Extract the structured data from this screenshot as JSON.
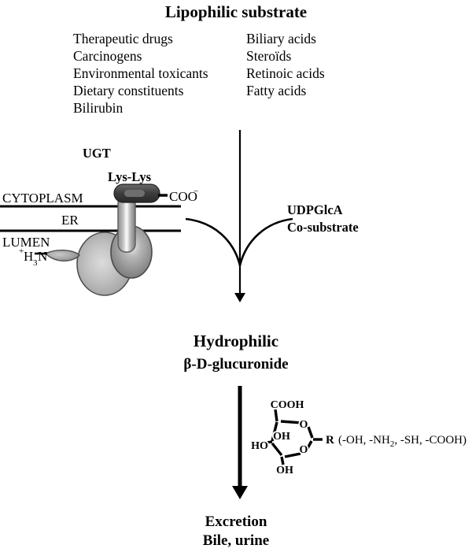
{
  "title": "Lipophilic substrate",
  "substrates": {
    "left_column": [
      "Therapeutic drugs",
      "Carcinogens",
      "Environmental toxicants",
      "Dietary constituents",
      "Bilirubin"
    ],
    "right_column": [
      "Biliary acids",
      "Steroïds",
      "Retinoic acids",
      "Fatty acids"
    ]
  },
  "enzyme": {
    "name": "UGT",
    "lys_label": "Lys-Lys",
    "c_terminus": "COO",
    "c_terminus_charge": "−",
    "n_terminus_charge": "+",
    "n_terminus": "H",
    "n_terminus_sub": "3",
    "n_terminus_end": "N"
  },
  "membrane": {
    "cytoplasm_label": "CYTOPLASM",
    "er_label": "ER",
    "lumen_label": "LUMEN"
  },
  "cosubstrate": {
    "line1": "UDPGlcA",
    "line2": "Co-substrate"
  },
  "product": {
    "line1": "Hydrophilic",
    "beta": "β",
    "line2_rest": "-D-glucuronide"
  },
  "glucuronide": {
    "cooh": "COOH",
    "ring_oxygen": "O",
    "oh_left": "OH",
    "ho": "HO",
    "o_lower_right": "O",
    "oh_bottom": "OH",
    "r_label": "R",
    "r_groups": "(-OH, -NH",
    "r_groups_sub": "2",
    "r_groups_rest": ", -SH, -COOH)"
  },
  "excretion": {
    "line1": "Excretion",
    "line2": "Bile, urine"
  },
  "colors": {
    "stroke": "#000000",
    "background": "#ffffff",
    "protein_light": "#b8b8b8",
    "protein_mid": "#9a9a9a",
    "protein_dark": "#4a4a4a",
    "highlight": "#f2f2f2"
  }
}
